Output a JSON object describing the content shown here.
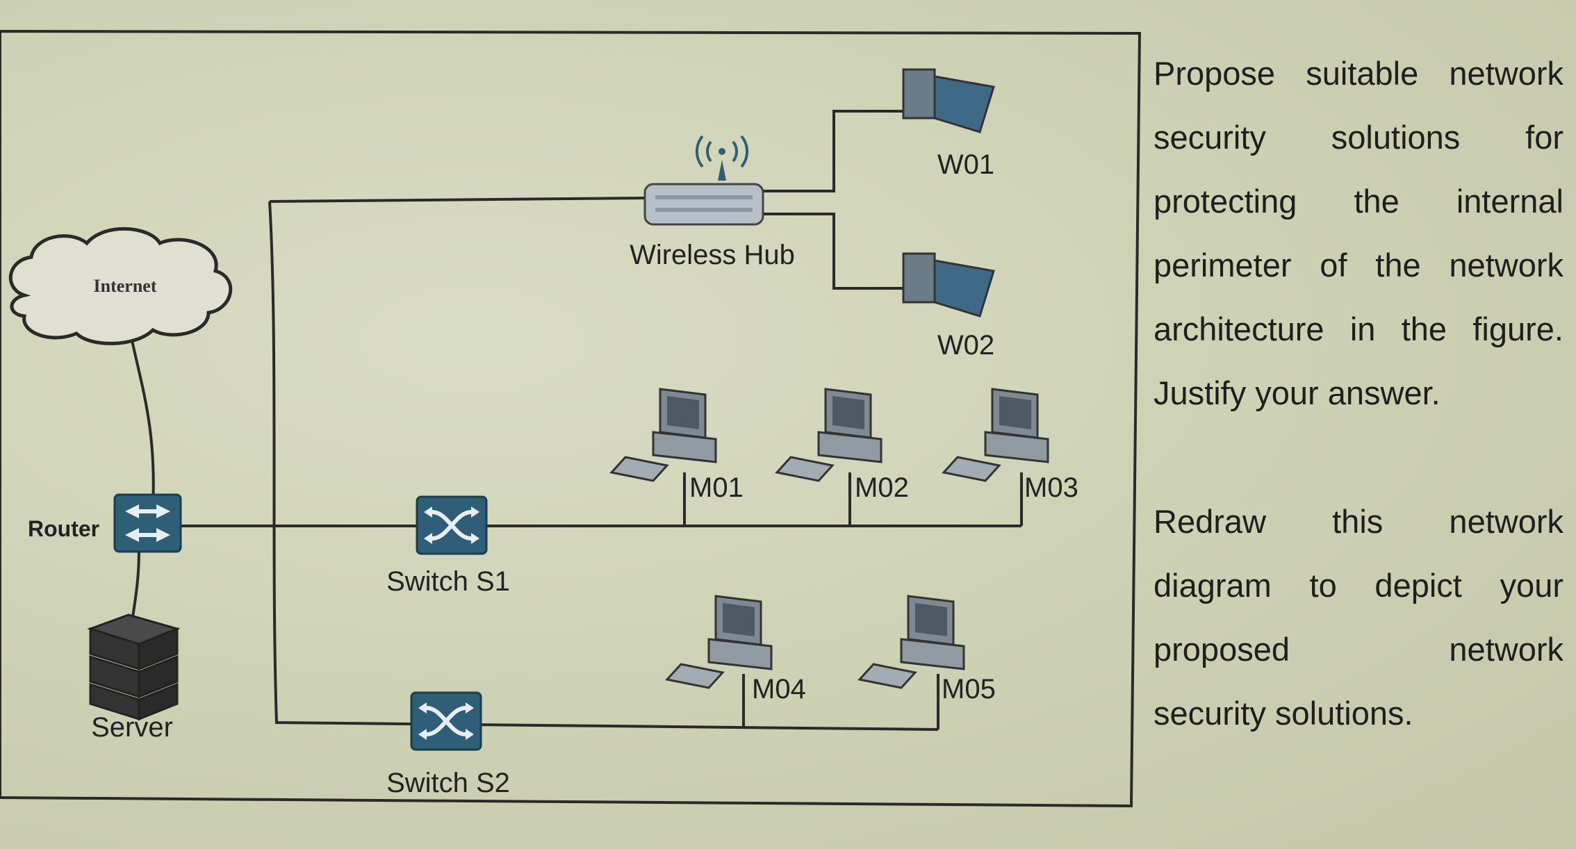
{
  "diagram": {
    "nodes": {
      "internet": "Internet",
      "router": "Router",
      "server": "Server",
      "switch_s1": "Switch S1",
      "switch_s2": "Switch S2",
      "wireless_hub": "Wireless Hub",
      "w01": "W01",
      "w02": "W02",
      "m01": "M01",
      "m02": "M02",
      "m03": "M03",
      "m04": "M04",
      "m05": "M05"
    }
  },
  "question": {
    "para1": [
      "Propose suitable network",
      "security solutions for",
      "protecting the internal",
      "perimeter of the network",
      "architecture in the figure.",
      "Justify your answer."
    ],
    "para2": [
      "Redraw this network",
      "diagram to depict your",
      "proposed network",
      "security solutions."
    ]
  },
  "colors": {
    "device_blue": "#2f5f78",
    "line": "#2a2a2a",
    "background": "#d2d5ba"
  }
}
